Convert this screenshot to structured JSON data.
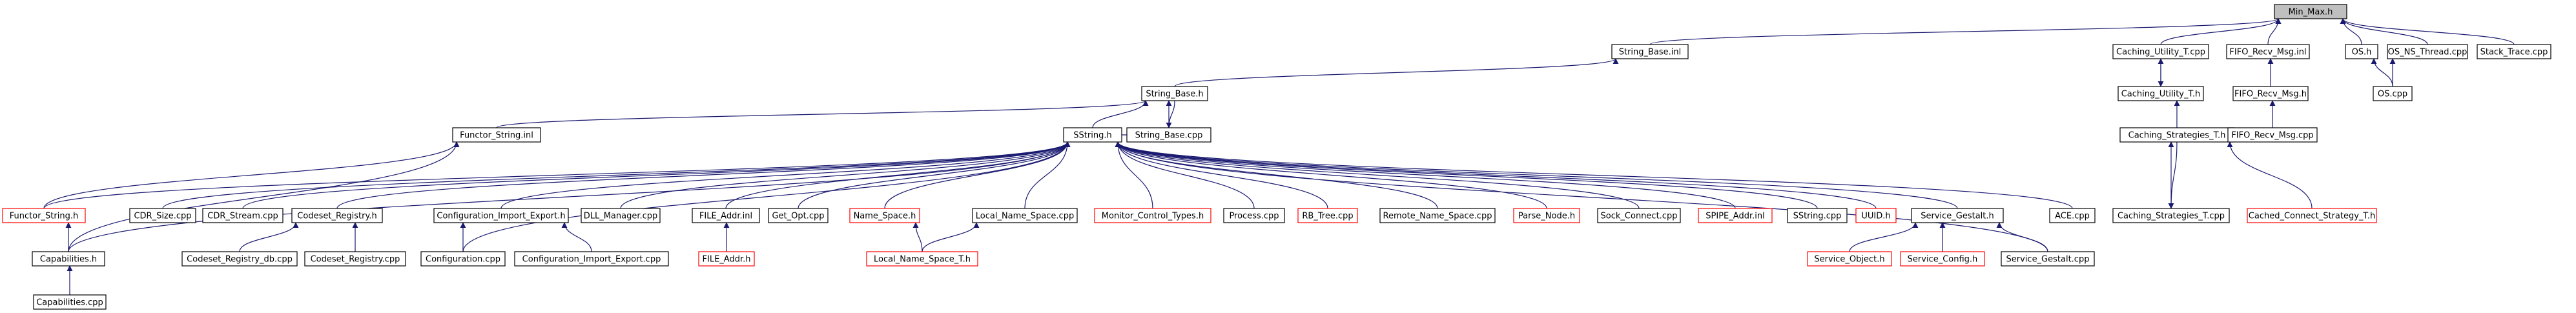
{
  "diagram": {
    "colors": {
      "edge": "#191970",
      "normal_border": "#000000",
      "missing_border": "#ff0000",
      "highlight_fill": "#bfbfbf"
    },
    "nodes": [
      {
        "id": "minmax",
        "label": "Min_Max.h",
        "style": "highlight"
      },
      {
        "id": "stringbase_inl",
        "label": "String_Base.inl",
        "style": "normal"
      },
      {
        "id": "caching_utility_t_cpp",
        "label": "Caching_Utility_T.cpp",
        "style": "normal"
      },
      {
        "id": "fifo_recv_inl",
        "label": "FIFO_Recv_Msg.inl",
        "style": "normal"
      },
      {
        "id": "os_h",
        "label": "OS.h",
        "style": "normal"
      },
      {
        "id": "os_ns_thread",
        "label": "OS_NS_Thread.cpp",
        "style": "normal"
      },
      {
        "id": "stack_trace",
        "label": "Stack_Trace.cpp",
        "style": "normal"
      },
      {
        "id": "stringbase_h",
        "label": "String_Base.h",
        "style": "normal"
      },
      {
        "id": "caching_utility_t_h",
        "label": "Caching_Utility_T.h",
        "style": "normal"
      },
      {
        "id": "fifo_recv_h",
        "label": "FIFO_Recv_Msg.h",
        "style": "normal"
      },
      {
        "id": "os_cpp",
        "label": "OS.cpp",
        "style": "normal"
      },
      {
        "id": "functor_inl",
        "label": "Functor_String.inl",
        "style": "normal"
      },
      {
        "id": "sstring_h",
        "label": "SString.h",
        "style": "normal"
      },
      {
        "id": "stringbase_cpp",
        "label": "String_Base.cpp",
        "style": "normal"
      },
      {
        "id": "caching_strat_h",
        "label": "Caching_Strategies_T.h",
        "style": "normal"
      },
      {
        "id": "fifo_recv_cpp",
        "label": "FIFO_Recv_Msg.cpp",
        "style": "normal"
      },
      {
        "id": "functor_h",
        "label": "Functor_String.h",
        "style": "missing"
      },
      {
        "id": "cdr_size",
        "label": "CDR_Size.cpp",
        "style": "normal"
      },
      {
        "id": "cdr_stream",
        "label": "CDR_Stream.cpp",
        "style": "normal"
      },
      {
        "id": "codeset_reg_h",
        "label": "Codeset_Registry.h",
        "style": "normal"
      },
      {
        "id": "config_import_h",
        "label": "Configuration_Import_Export.h",
        "style": "normal"
      },
      {
        "id": "dll_manager",
        "label": "DLL_Manager.cpp",
        "style": "normal"
      },
      {
        "id": "file_addr_inl",
        "label": "FILE_Addr.inl",
        "style": "normal"
      },
      {
        "id": "get_opt",
        "label": "Get_Opt.cpp",
        "style": "normal"
      },
      {
        "id": "name_space_h",
        "label": "Name_Space.h",
        "style": "missing"
      },
      {
        "id": "local_name_space",
        "label": "Local_Name_Space.cpp",
        "style": "normal"
      },
      {
        "id": "monitor_control",
        "label": "Monitor_Control_Types.h",
        "style": "missing"
      },
      {
        "id": "process_cpp",
        "label": "Process.cpp",
        "style": "normal"
      },
      {
        "id": "rb_tree",
        "label": "RB_Tree.cpp",
        "style": "missing"
      },
      {
        "id": "remote_name_space",
        "label": "Remote_Name_Space.cpp",
        "style": "normal"
      },
      {
        "id": "parse_node",
        "label": "Parse_Node.h",
        "style": "missing"
      },
      {
        "id": "sock_connect",
        "label": "Sock_Connect.cpp",
        "style": "normal"
      },
      {
        "id": "spipe_addr",
        "label": "SPIPE_Addr.inl",
        "style": "missing"
      },
      {
        "id": "sstring_cpp",
        "label": "SString.cpp",
        "style": "normal"
      },
      {
        "id": "uuid_h",
        "label": "UUID.h",
        "style": "missing"
      },
      {
        "id": "service_gestalt_h",
        "label": "Service_Gestalt.h",
        "style": "normal"
      },
      {
        "id": "ace_cpp",
        "label": "ACE.cpp",
        "style": "normal"
      },
      {
        "id": "caching_strat_cpp",
        "label": "Caching_Strategies_T.cpp",
        "style": "normal"
      },
      {
        "id": "cached_connect",
        "label": "Cached_Connect_Strategy_T.h",
        "style": "missing"
      },
      {
        "id": "capabilities_h",
        "label": "Capabilities.h",
        "style": "normal"
      },
      {
        "id": "codeset_reg_db",
        "label": "Codeset_Registry_db.cpp",
        "style": "normal"
      },
      {
        "id": "codeset_reg_cpp",
        "label": "Codeset_Registry.cpp",
        "style": "normal"
      },
      {
        "id": "configuration_cpp",
        "label": "Configuration.cpp",
        "style": "normal"
      },
      {
        "id": "config_import_cpp",
        "label": "Configuration_Import_Export.cpp",
        "style": "normal"
      },
      {
        "id": "file_addr_h",
        "label": "FILE_Addr.h",
        "style": "missing"
      },
      {
        "id": "local_name_space_t",
        "label": "Local_Name_Space_T.h",
        "style": "missing"
      },
      {
        "id": "service_object_h",
        "label": "Service_Object.h",
        "style": "missing"
      },
      {
        "id": "service_config_h",
        "label": "Service_Config.h",
        "style": "missing"
      },
      {
        "id": "service_gestalt_cpp",
        "label": "Service_Gestalt.cpp",
        "style": "normal"
      },
      {
        "id": "capabilities_cpp",
        "label": "Capabilities.cpp",
        "style": "normal"
      }
    ],
    "edges": [
      [
        "stringbase_inl",
        "minmax"
      ],
      [
        "caching_utility_t_cpp",
        "minmax"
      ],
      [
        "fifo_recv_inl",
        "minmax"
      ],
      [
        "os_h",
        "minmax"
      ],
      [
        "os_ns_thread",
        "minmax"
      ],
      [
        "stack_trace",
        "minmax"
      ],
      [
        "stringbase_h",
        "stringbase_inl"
      ],
      [
        "caching_utility_t_h",
        "caching_utility_t_cpp"
      ],
      [
        "caching_utility_t_cpp",
        "caching_utility_t_h"
      ],
      [
        "fifo_recv_h",
        "fifo_recv_inl"
      ],
      [
        "os_cpp",
        "os_h"
      ],
      [
        "os_cpp",
        "os_ns_thread"
      ],
      [
        "functor_inl",
        "stringbase_h"
      ],
      [
        "sstring_h",
        "stringbase_h"
      ],
      [
        "stringbase_cpp",
        "stringbase_h"
      ],
      [
        "stringbase_h",
        "stringbase_cpp"
      ],
      [
        "caching_strat_h",
        "caching_utility_t_h"
      ],
      [
        "fifo_recv_cpp",
        "fifo_recv_h"
      ],
      [
        "functor_h",
        "functor_inl"
      ],
      [
        "capabilities_h",
        "functor_inl"
      ],
      [
        "stringbase_cpp",
        "sstring_h"
      ],
      [
        "capabilities_h",
        "sstring_h"
      ],
      [
        "functor_h",
        "sstring_h"
      ],
      [
        "cdr_size",
        "sstring_h"
      ],
      [
        "cdr_stream",
        "sstring_h"
      ],
      [
        "codeset_reg_h",
        "sstring_h"
      ],
      [
        "config_import_h",
        "sstring_h"
      ],
      [
        "configuration_cpp",
        "sstring_h"
      ],
      [
        "dll_manager",
        "sstring_h"
      ],
      [
        "file_addr_inl",
        "sstring_h"
      ],
      [
        "get_opt",
        "sstring_h"
      ],
      [
        "name_space_h",
        "sstring_h"
      ],
      [
        "local_name_space",
        "sstring_h"
      ],
      [
        "monitor_control",
        "sstring_h"
      ],
      [
        "process_cpp",
        "sstring_h"
      ],
      [
        "rb_tree",
        "sstring_h"
      ],
      [
        "remote_name_space",
        "sstring_h"
      ],
      [
        "parse_node",
        "sstring_h"
      ],
      [
        "sock_connect",
        "sstring_h"
      ],
      [
        "spipe_addr",
        "sstring_h"
      ],
      [
        "sstring_cpp",
        "sstring_h"
      ],
      [
        "uuid_h",
        "sstring_h"
      ],
      [
        "service_gestalt_h",
        "sstring_h"
      ],
      [
        "service_gestalt_cpp",
        "sstring_h"
      ],
      [
        "ace_cpp",
        "sstring_h"
      ],
      [
        "caching_strat_cpp",
        "caching_strat_h"
      ],
      [
        "caching_strat_h",
        "caching_strat_cpp"
      ],
      [
        "cached_connect",
        "caching_strat_h"
      ],
      [
        "capabilities_h",
        "functor_h"
      ],
      [
        "codeset_reg_db",
        "codeset_reg_h"
      ],
      [
        "codeset_reg_cpp",
        "codeset_reg_h"
      ],
      [
        "configuration_cpp",
        "config_import_h"
      ],
      [
        "config_import_cpp",
        "config_import_h"
      ],
      [
        "file_addr_h",
        "file_addr_inl"
      ],
      [
        "local_name_space_t",
        "name_space_h"
      ],
      [
        "local_name_space_t",
        "local_name_space"
      ],
      [
        "service_object_h",
        "service_gestalt_h"
      ],
      [
        "service_config_h",
        "service_gestalt_h"
      ],
      [
        "service_gestalt_cpp",
        "service_gestalt_h"
      ],
      [
        "capabilities_cpp",
        "capabilities_h"
      ]
    ]
  }
}
